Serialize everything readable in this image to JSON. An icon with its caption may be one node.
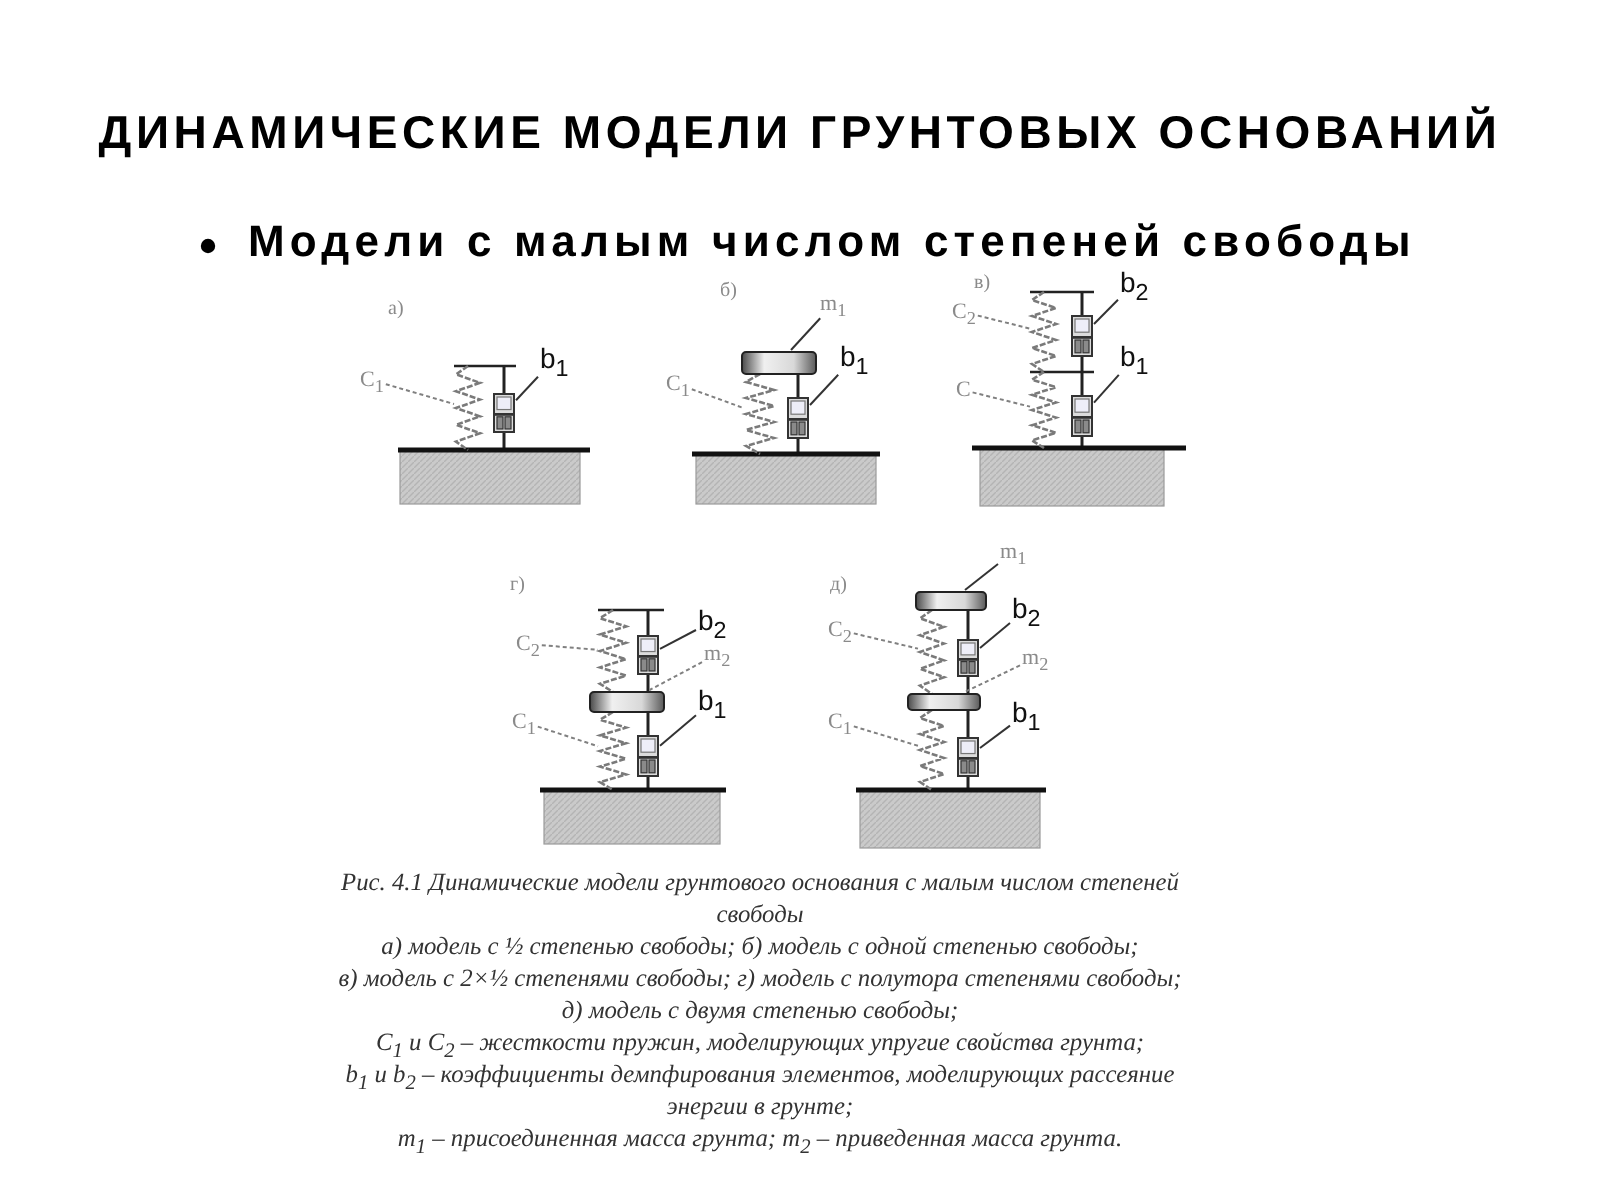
{
  "diagram": {
    "title": "ДИНАМИЧЕСКИЕ МОДЕЛИ ГРУНТОВЫХ ОСНОВАНИЙ",
    "caption": "Рис. 4.1 Динамические модели грунтового основания с малым числом степеней свободы",
    "nodes": [
      {
        "text": [
          "b$_{1}$"
        ]
      },
      {
        "text": [
          "C$_{1}$"
        ]
      },
      {
        "text": [
          "m$_{1}$"
        ]
      },
      {
        "text": [
          "b$_{1}$"
        ]
      },
      {
        "text": [
          "C$_{1}$"
        ]
      },
      {
        "text": [
          "b$_{2}$"
        ]
      },
      {
        "text": [
          "C$_{2}$"
        ]
      },
      {
        "text": [
          "b$_{1}$"
        ]
      },
      {
        "text": [
          "C"
        ]
      },
      {
        "text": [
          "b$_{2}$"
        ]
      },
      {
        "text": [
          "C$_{2}$"
        ]
      },
      {
        "text": [
          "m$_{2}$"
        ]
      },
      {
        "text": [
          "b$_{1}$"
        ]
      },
      {
        "text": [
          "C$_{1}$"
        ]
      },
      {
        "text": [
          "m$_{1}$"
        ]
      },
      {
        "text": [
          "b$_{2}$"
        ]
      },
      {
        "text": [
          "C$_{2}$"
        ]
      },
      {
        "text": [
          "m$_{2}$"
        ]
      },
      {
        "text": [
          "b$_{1}$"
        ]
      },
      {
        "text": [
          "C$_{1}$"
        ]
      },
      {
        "text": [],
        "shape": "damper"
      },
      {
        "text": [],
        "shape": "spring"
      },
      {
        "text": [],
        "shape": "bar"
      },
      {
        "text": [],
        "shape": "damper"
      },
      {
        "text": [],
        "shape": "spring"
      },
      {
        "text": [],
        "shape": "damper"
      },
      {
        "text": [],
        "shape": "spring"
      },
      {
        "text": [],
        "shape": "damper"
      },
      {
        "text": [],
        "shape": "spring"
      },
      {
        "text": [],
        "shape": "damper"
      },
      {
        "text": [],
        "shape": "spring"
      },
      {
        "text": [],
        "shape": "bar"
      },
      {
        "text": [],
        "shape": "damper"
      },
      {
        "text": [],
        "shape": "spring"
      },
      {
        "text": [],
        "shape": "bar"
      },
      {
        "text": [],
        "shape": "damper"
      },
      {
        "text": [],
        "shape": "spring"
      },
      {
        "text": [],
        "shape": "bar"
      },
      {
        "text": [],
        "shape": "damper"
      },
      {
        "text": [],
        "shape": "spring"
      }
    ],
    "edges": [
      {
        "from": 0,
        "to": 20,
        "arrow": "none"
      },
      {
        "from": 1,
        "to": 21,
        "arrow": "none",
        "style": "dashed",
        "color": "#808080"
      },
      {
        "from": 2,
        "to": 22,
        "arrow": "none"
      },
      {
        "from": 3,
        "to": 23,
        "arrow": "none"
      },
      {
        "from": 4,
        "to": 24,
        "arrow": "none",
        "style": "dashed",
        "color": "#808080"
      },
      {
        "from": 5,
        "to": 25,
        "arrow": "none"
      },
      {
        "from": 6,
        "to": 26,
        "arrow": "none",
        "style": "dashed",
        "color": "#808080"
      },
      {
        "from": 7,
        "to": 27,
        "arrow": "none"
      },
      {
        "from": 8,
        "to": 28,
        "arrow": "none",
        "style": "dashed",
        "color": "#808080"
      },
      {
        "from": 9,
        "to": 29,
        "arrow": "none"
      },
      {
        "from": 10,
        "to": 30,
        "arrow": "none",
        "style": "dashed",
        "color": "#808080"
      },
      {
        "from": 11,
        "to": 31,
        "arrow": "none",
        "style": "dashed",
        "color": "#808080"
      },
      {
        "from": 12,
        "to": 32,
        "arrow": "none"
      },
      {
        "from": 13,
        "to": 33,
        "arrow": "none",
        "style": "dashed",
        "color": "#808080"
      },
      {
        "from": 14,
        "to": 34,
        "arrow": "none"
      },
      {
        "from": 15,
        "to": 35,
        "arrow": "none"
      },
      {
        "from": 16,
        "to": 36,
        "arrow": "none",
        "style": "dashed",
        "color": "#808080"
      },
      {
        "from": 17,
        "to": 37,
        "arrow": "none",
        "style": "dashed",
        "color": "#808080"
      },
      {
        "from": 18,
        "to": 38,
        "arrow": "none"
      },
      {
        "from": 19,
        "to": 39,
        "arrow": "none",
        "style": "dashed",
        "color": "#808080"
      }
    ],
    "labels": [
      "Модели с малым числом степеней свободы",
      "а)",
      "б)",
      "в)",
      "г)",
      "д)",
      "а) модель с ½ степенью свободы; б) модель с одной степенью свободы;",
      "в) модель с 2×½ степенями свободы; г) модель с полутора степенями свободы;",
      "д) модель с двумя степенью свободы;",
      "C$_{1}$ и C$_{2}$ – жесткости пружин, моделирующих упругие свойства грунта;",
      "b$_{1}$ и b$_{2}$ – коэффициенты демпфирования элементов, моделирующих рассеяние энергии в грунте;",
      "m$_{1}$ – присоединенная масса грунта; m$_{2}$ – приведенная масса грунта."
    ]
  }
}
